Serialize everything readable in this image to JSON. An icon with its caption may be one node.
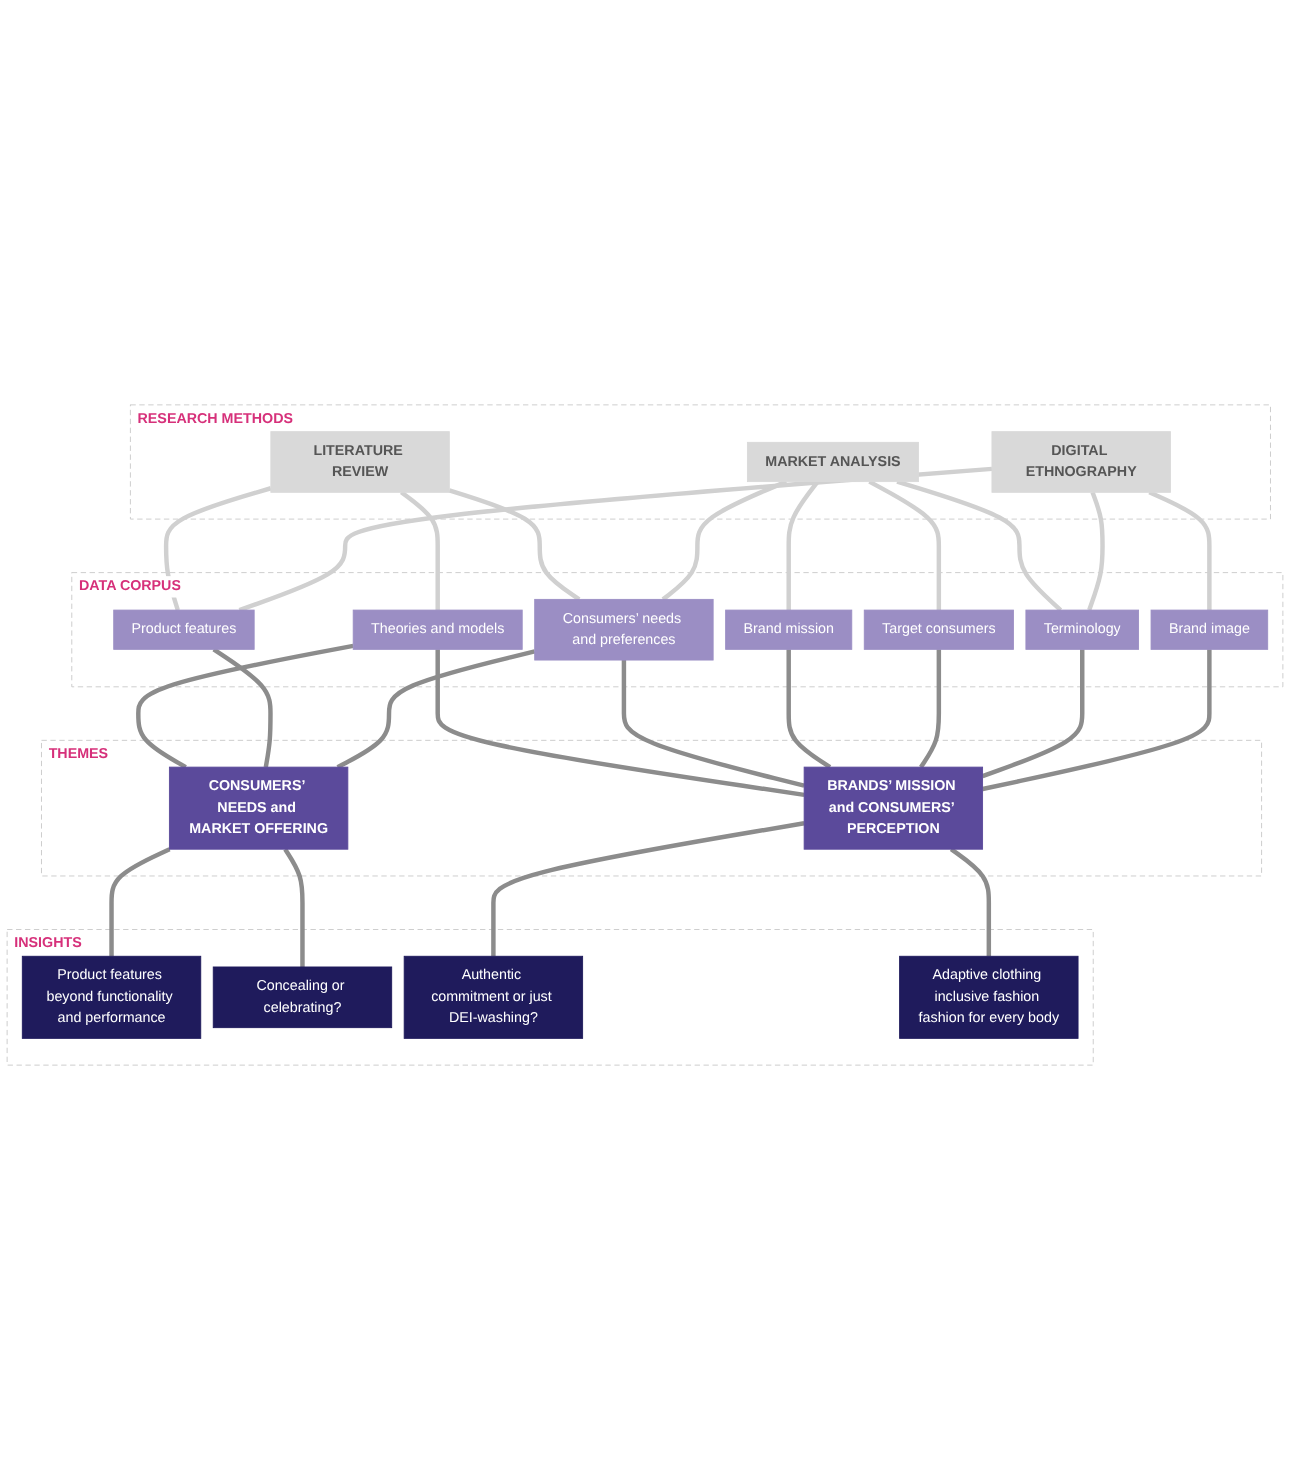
{
  "diagram": {
    "nodes": [
      {
        "text": [
          "RESEARCH METHODS"
        ]
      },
      {
        "text": [
          "LITERATURE REVIEW"
        ],
        "in": 0
      },
      {
        "text": [
          "MARKET ANALYSIS"
        ],
        "in": 0
      },
      {
        "text": [
          "DIGITAL ETHNOGRAPHY"
        ],
        "in": 0
      },
      {
        "text": [
          "DATA CORPUS"
        ]
      },
      {
        "text": [
          "Theories and models"
        ],
        "in": 4
      },
      {
        "text": [
          "Product features"
        ],
        "in": 4
      },
      {
        "text": [
          "Consumers’ needs and preferences"
        ],
        "in": 4
      },
      {
        "text": [
          "Brand mission"
        ],
        "in": 4
      },
      {
        "text": [
          "Target consumers"
        ],
        "in": 4
      },
      {
        "text": [
          "Terminology"
        ],
        "in": 4
      },
      {
        "text": [
          "Brand image"
        ],
        "in": 4
      },
      {
        "text": [
          "THEMES"
        ]
      },
      {
        "text": [
          "CONSUMERS’ NEEDS and MARKET OFFERING"
        ],
        "in": 12
      },
      {
        "text": [
          "BRANDS’ MISSION and CONSUMERS’ PERCEPTION"
        ],
        "in": 12
      },
      {
        "text": [
          "INSIGHTS"
        ]
      },
      {
        "text": [
          "Product features beyond functionality and performance"
        ],
        "in": 15
      },
      {
        "text": [
          "Concealing or celebrating?"
        ],
        "in": 15
      },
      {
        "text": [
          "Authentic commitment or just DEI-washing?"
        ],
        "in": 15
      },
      {
        "text": [
          "Adaptive clothing inclusive fashion fashion for every body"
        ],
        "in": 15
      }
    ],
    "edges": [
      {
        "from": 1,
        "to": 5,
        "arrow": "none",
        "color": "#d0d0d0"
      },
      {
        "from": 1,
        "to": 6,
        "arrow": "none",
        "color": "#d0d0d0"
      },
      {
        "from": 1,
        "to": 7,
        "arrow": "none",
        "color": "#d0d0d0"
      },
      {
        "from": 2,
        "to": 7,
        "arrow": "none",
        "color": "#d0d0d0"
      },
      {
        "from": 2,
        "to": 8,
        "arrow": "none",
        "color": "#d0d0d0"
      },
      {
        "from": 2,
        "to": 9,
        "arrow": "none",
        "color": "#d0d0d0"
      },
      {
        "from": 2,
        "to": 10,
        "arrow": "none",
        "color": "#d0d0d0"
      },
      {
        "from": 3,
        "to": 6,
        "arrow": "none",
        "color": "#d0d0d0"
      },
      {
        "from": 3,
        "to": 10,
        "arrow": "none",
        "color": "#d0d0d0"
      },
      {
        "from": 3,
        "to": 11,
        "arrow": "none",
        "color": "#d0d0d0"
      },
      {
        "from": 5,
        "to": 13,
        "arrow": "none"
      },
      {
        "from": 5,
        "to": 14,
        "arrow": "none"
      },
      {
        "from": 6,
        "to": 13,
        "arrow": "none"
      },
      {
        "from": 7,
        "to": 13,
        "arrow": "none"
      },
      {
        "from": 7,
        "to": 14,
        "arrow": "none"
      },
      {
        "from": 8,
        "to": 14,
        "arrow": "none"
      },
      {
        "from": 9,
        "to": 14,
        "arrow": "none"
      },
      {
        "from": 10,
        "to": 14,
        "arrow": "none"
      },
      {
        "from": 11,
        "to": 14,
        "arrow": "none"
      },
      {
        "from": 13,
        "to": 16,
        "arrow": "none"
      },
      {
        "from": 13,
        "to": 17,
        "arrow": "none"
      },
      {
        "from": 14,
        "to": 18,
        "arrow": "none"
      },
      {
        "from": 14,
        "to": 19,
        "arrow": "none"
      }
    ]
  }
}
